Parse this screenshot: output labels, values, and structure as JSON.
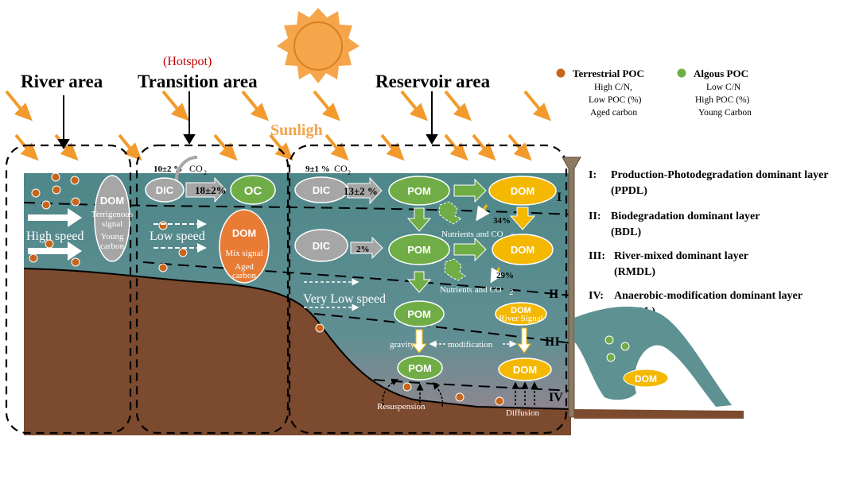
{
  "areas": {
    "river": "River area",
    "transition": "Transition area",
    "reservoir": "Reservoir area",
    "hotspot": "(Hotspot)"
  },
  "sunlight_label": "Sunligh",
  "legend": {
    "terrestrial": {
      "title": "Terrestrial POC",
      "lines": [
        "High C/N,",
        "Low POC (%)",
        "Aged carbon"
      ],
      "color": "#c8651b"
    },
    "algous": {
      "title": "Algous POC",
      "lines": [
        "Low C/N",
        "High POC (%)",
        "Young Carbon"
      ],
      "color": "#70ad47"
    }
  },
  "layers": [
    {
      "numeral": "I:",
      "name": "Production-Photodegradation dominant layer",
      "abbr": "(PPDL)"
    },
    {
      "numeral": "II:",
      "name": "Biodegradation dominant layer",
      "abbr": "(BDL)"
    },
    {
      "numeral": "III:",
      "name": "River-mixed dominant layer",
      "abbr": "(RMDL)"
    },
    {
      "numeral": "IV:",
      "name": "Anaerobic-modification dominant layer",
      "abbr": "(AMDL)"
    }
  ],
  "layer_marks": [
    "I",
    "II",
    "III",
    "IV"
  ],
  "river": {
    "dom_title": "DOM",
    "dom_lines": [
      "Terrigenous",
      "signal",
      "Young",
      "carbon"
    ],
    "speed": "High speed"
  },
  "transition": {
    "co2_rate": "10±2 %",
    "co2": "CO",
    "co2_sub": "2",
    "dic": "DIC",
    "rate": "18±2%",
    "oc": "OC",
    "speed": "Low speed",
    "dom_title": "DOM",
    "dom_line1": "Mix signal",
    "dom_line2": "Aged",
    "dom_line3": "carbon"
  },
  "reservoir": {
    "co2_rate": "9±1 %",
    "co2": "CO",
    "co2_sub": "2",
    "dic1": "DIC",
    "rate1": "13±2 %",
    "pom1": "POM",
    "dom1": "DOM",
    "dic2": "DIC",
    "rate2": "2%",
    "pom2": "POM",
    "dom2": "DOM",
    "pct34": "34%",
    "pct29": "29%",
    "nutrients1": "Nutrients and CO",
    "nutrients1_sub": "2",
    "nutrients2": "Nutrients and CO",
    "nutrients2_sub": "2",
    "speed": "Very Low speed",
    "pom3": "POM",
    "dom3": "DOM",
    "dom3_sub": "River Signal",
    "gravity": "gravity",
    "modification": "modification",
    "pom4": "POM",
    "dom4": "DOM",
    "resuspension": "Resuspension",
    "diffusion": "Diffusion"
  },
  "dam_dom": "DOM",
  "colors": {
    "water": "#4e8789",
    "sediment": "#7b4a2f",
    "sun": "#f5a54a",
    "arrow": "#f39a2c",
    "algae": "#70ad47",
    "dom_orange": "#e97c34",
    "dom_yellow": "#f5b800",
    "grey": "#a6a6a6",
    "dam": "#8c7a63"
  }
}
